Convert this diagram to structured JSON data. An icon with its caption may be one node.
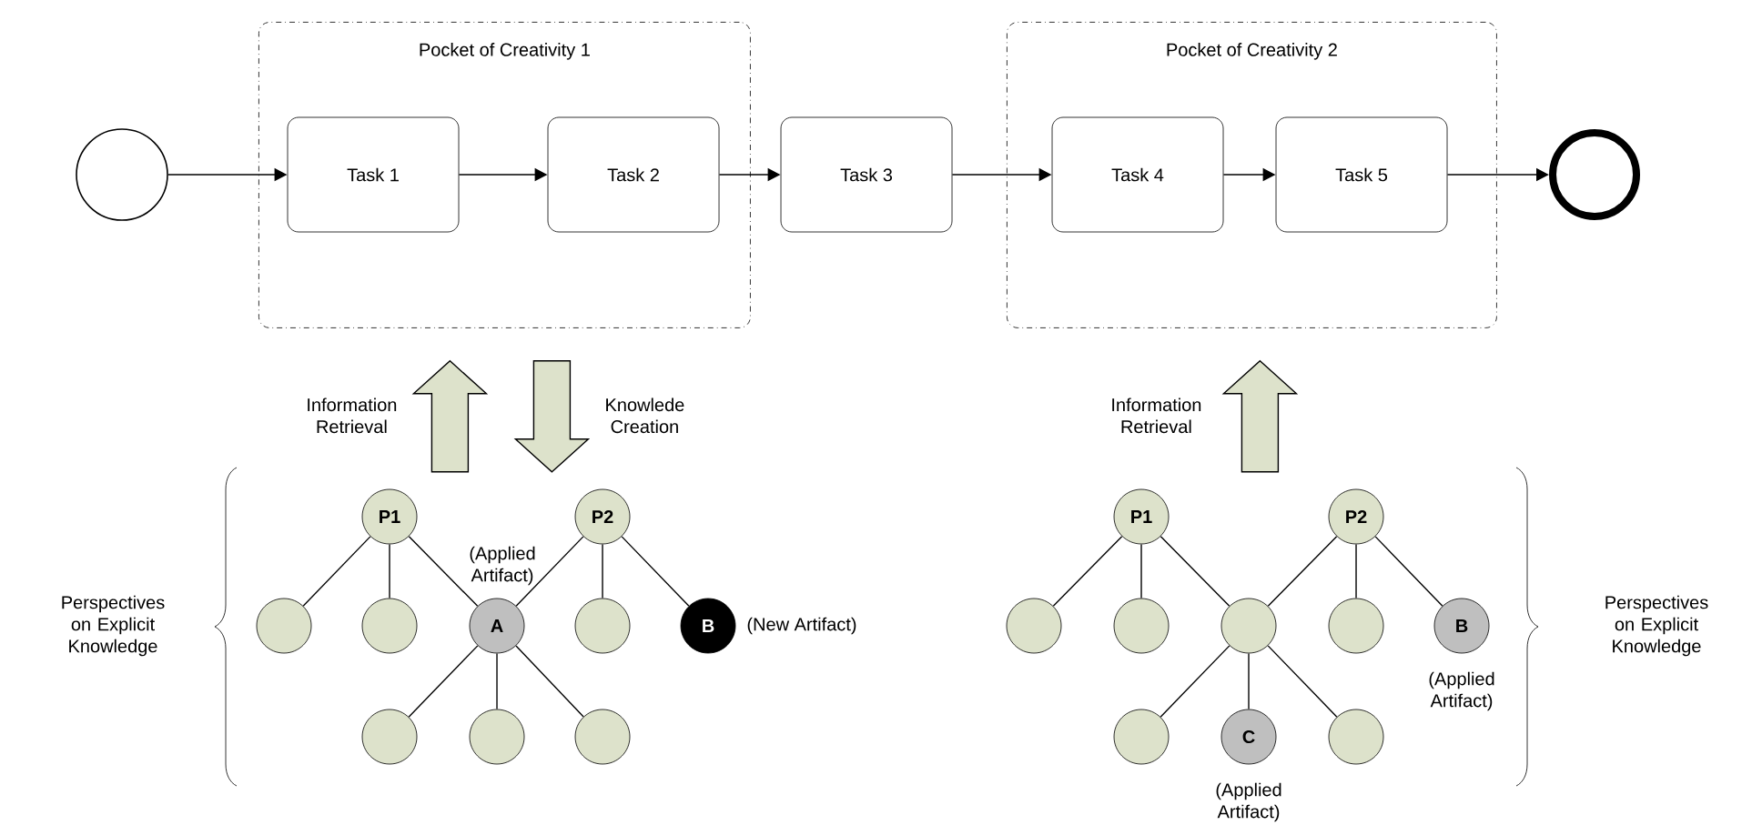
{
  "diagram": {
    "nodes": [
      {
        "text": [
          "Pocket of Creativity 1"
        ]
      },
      {
        "text": [
          "Pocket of Creativity 2"
        ]
      },
      {
        "text": [],
        "shape": "circle"
      },
      {
        "text": [
          "Task 1"
        ],
        "in": 0
      },
      {
        "text": [
          "Task 2"
        ],
        "in": 0
      },
      {
        "text": [
          "Task 3"
        ]
      },
      {
        "text": [
          "Task 4"
        ],
        "in": 1
      },
      {
        "text": [
          "Task 5"
        ],
        "in": 1
      },
      {
        "text": [],
        "shape": "circle"
      },
      {
        "text": [
          "P1"
        ]
      },
      {
        "text": [
          "P2"
        ]
      },
      {
        "text": [],
        "shape": "circle"
      },
      {
        "text": [],
        "shape": "circle"
      },
      {
        "text": [
          "A"
        ],
        "beside": [
          "(Applied Artifact)"
        ]
      },
      {
        "text": [],
        "shape": "circle"
      },
      {
        "text": [
          "B"
        ],
        "beside": [
          "(New Artifact)"
        ]
      },
      {
        "text": [],
        "shape": "circle"
      },
      {
        "text": [],
        "shape": "circle"
      },
      {
        "text": [],
        "shape": "circle"
      },
      {
        "text": [
          "P1"
        ]
      },
      {
        "text": [
          "P2"
        ]
      },
      {
        "text": [],
        "shape": "circle"
      },
      {
        "text": [],
        "shape": "circle"
      },
      {
        "text": [],
        "shape": "circle"
      },
      {
        "text": [],
        "shape": "circle"
      },
      {
        "text": [
          "B"
        ],
        "beside": [
          "(Applied Artifact)"
        ]
      },
      {
        "text": [],
        "shape": "circle"
      },
      {
        "text": [
          "C"
        ],
        "beside": [
          "(Applied Artifact)"
        ]
      },
      {
        "text": [],
        "shape": "circle"
      }
    ],
    "edges": [
      {
        "from": 2,
        "to": 3,
        "arrow": "to"
      },
      {
        "from": 3,
        "to": 4,
        "arrow": "to"
      },
      {
        "from": 4,
        "to": 5,
        "arrow": "to"
      },
      {
        "from": 5,
        "to": 6,
        "arrow": "to"
      },
      {
        "from": 6,
        "to": 7,
        "arrow": "to"
      },
      {
        "from": 7,
        "to": 8,
        "arrow": "to"
      },
      {
        "from": null,
        "to": 0,
        "arrow": "to",
        "label": "Information Retrieval",
        "style": "thick"
      },
      {
        "from": 0,
        "to": null,
        "arrow": "to",
        "label": "Knowlede Creation",
        "style": "thick"
      },
      {
        "from": null,
        "to": 1,
        "arrow": "to",
        "label": "Information Retrieval",
        "style": "thick"
      },
      {
        "from": 9,
        "to": 11,
        "arrow": "none"
      },
      {
        "from": 9,
        "to": 12,
        "arrow": "none"
      },
      {
        "from": 9,
        "to": 13,
        "arrow": "none"
      },
      {
        "from": 10,
        "to": 13,
        "arrow": "none"
      },
      {
        "from": 10,
        "to": 14,
        "arrow": "none"
      },
      {
        "from": 10,
        "to": 15,
        "arrow": "none"
      },
      {
        "from": 13,
        "to": 16,
        "arrow": "none"
      },
      {
        "from": 13,
        "to": 17,
        "arrow": "none"
      },
      {
        "from": 13,
        "to": 18,
        "arrow": "none"
      },
      {
        "from": 19,
        "to": 21,
        "arrow": "none"
      },
      {
        "from": 19,
        "to": 22,
        "arrow": "none"
      },
      {
        "from": 19,
        "to": 23,
        "arrow": "none"
      },
      {
        "from": 20,
        "to": 23,
        "arrow": "none"
      },
      {
        "from": 20,
        "to": 24,
        "arrow": "none"
      },
      {
        "from": 20,
        "to": 25,
        "arrow": "none"
      },
      {
        "from": 23,
        "to": 26,
        "arrow": "none"
      },
      {
        "from": 23,
        "to": 27,
        "arrow": "none"
      },
      {
        "from": 23,
        "to": 28,
        "arrow": "none"
      }
    ],
    "labels": [
      "Perspectives on Explicit Knowledge",
      "Perspectives on Explicit Knowledge"
    ]
  }
}
